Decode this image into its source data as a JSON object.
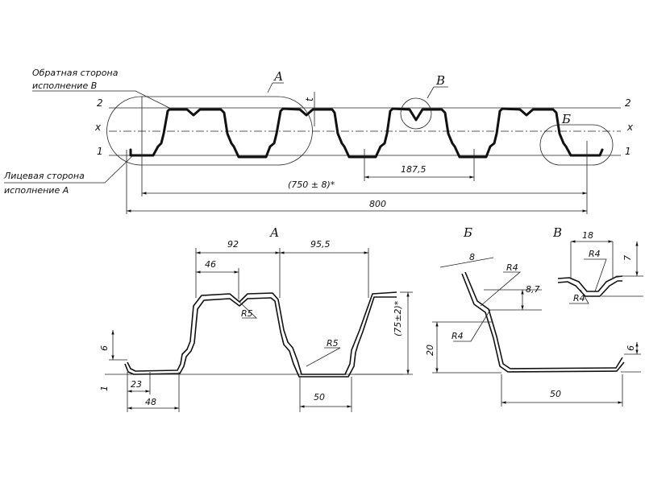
{
  "top_view": {
    "label_back": [
      "Обратная сторона",
      "исполнение В"
    ],
    "label_face": [
      "Лицевая сторона",
      "исполнение А"
    ],
    "line_2": "2",
    "line_x": "x",
    "line_1": "1",
    "callout_a": "А",
    "callout_v": "В",
    "callout_b": "Б",
    "thickness": "t",
    "dim_pitch": "187,5",
    "dim_cover": "(750 ± 8)*",
    "dim_total": "800"
  },
  "detail_a": {
    "title": "А",
    "dim_92": "92",
    "dim_95": "95,5",
    "dim_46": "46",
    "r_top": "R5",
    "r_bottom": "R5",
    "dim_height": "(75±2)*",
    "dim_6": "6",
    "dim_1": "1",
    "dim_23": "23",
    "dim_48": "48",
    "dim_50": "50"
  },
  "detail_b": {
    "title": "Б",
    "dim_8": "8",
    "r_upper": "R4",
    "dim_87": "8,7",
    "r_lower": "R4",
    "dim_20": "20",
    "dim_6": "6",
    "dim_50": "50"
  },
  "detail_v": {
    "title": "В",
    "dim_18": "18",
    "r_inner": "R4",
    "dim_7": "7",
    "r_outer": "R4"
  }
}
